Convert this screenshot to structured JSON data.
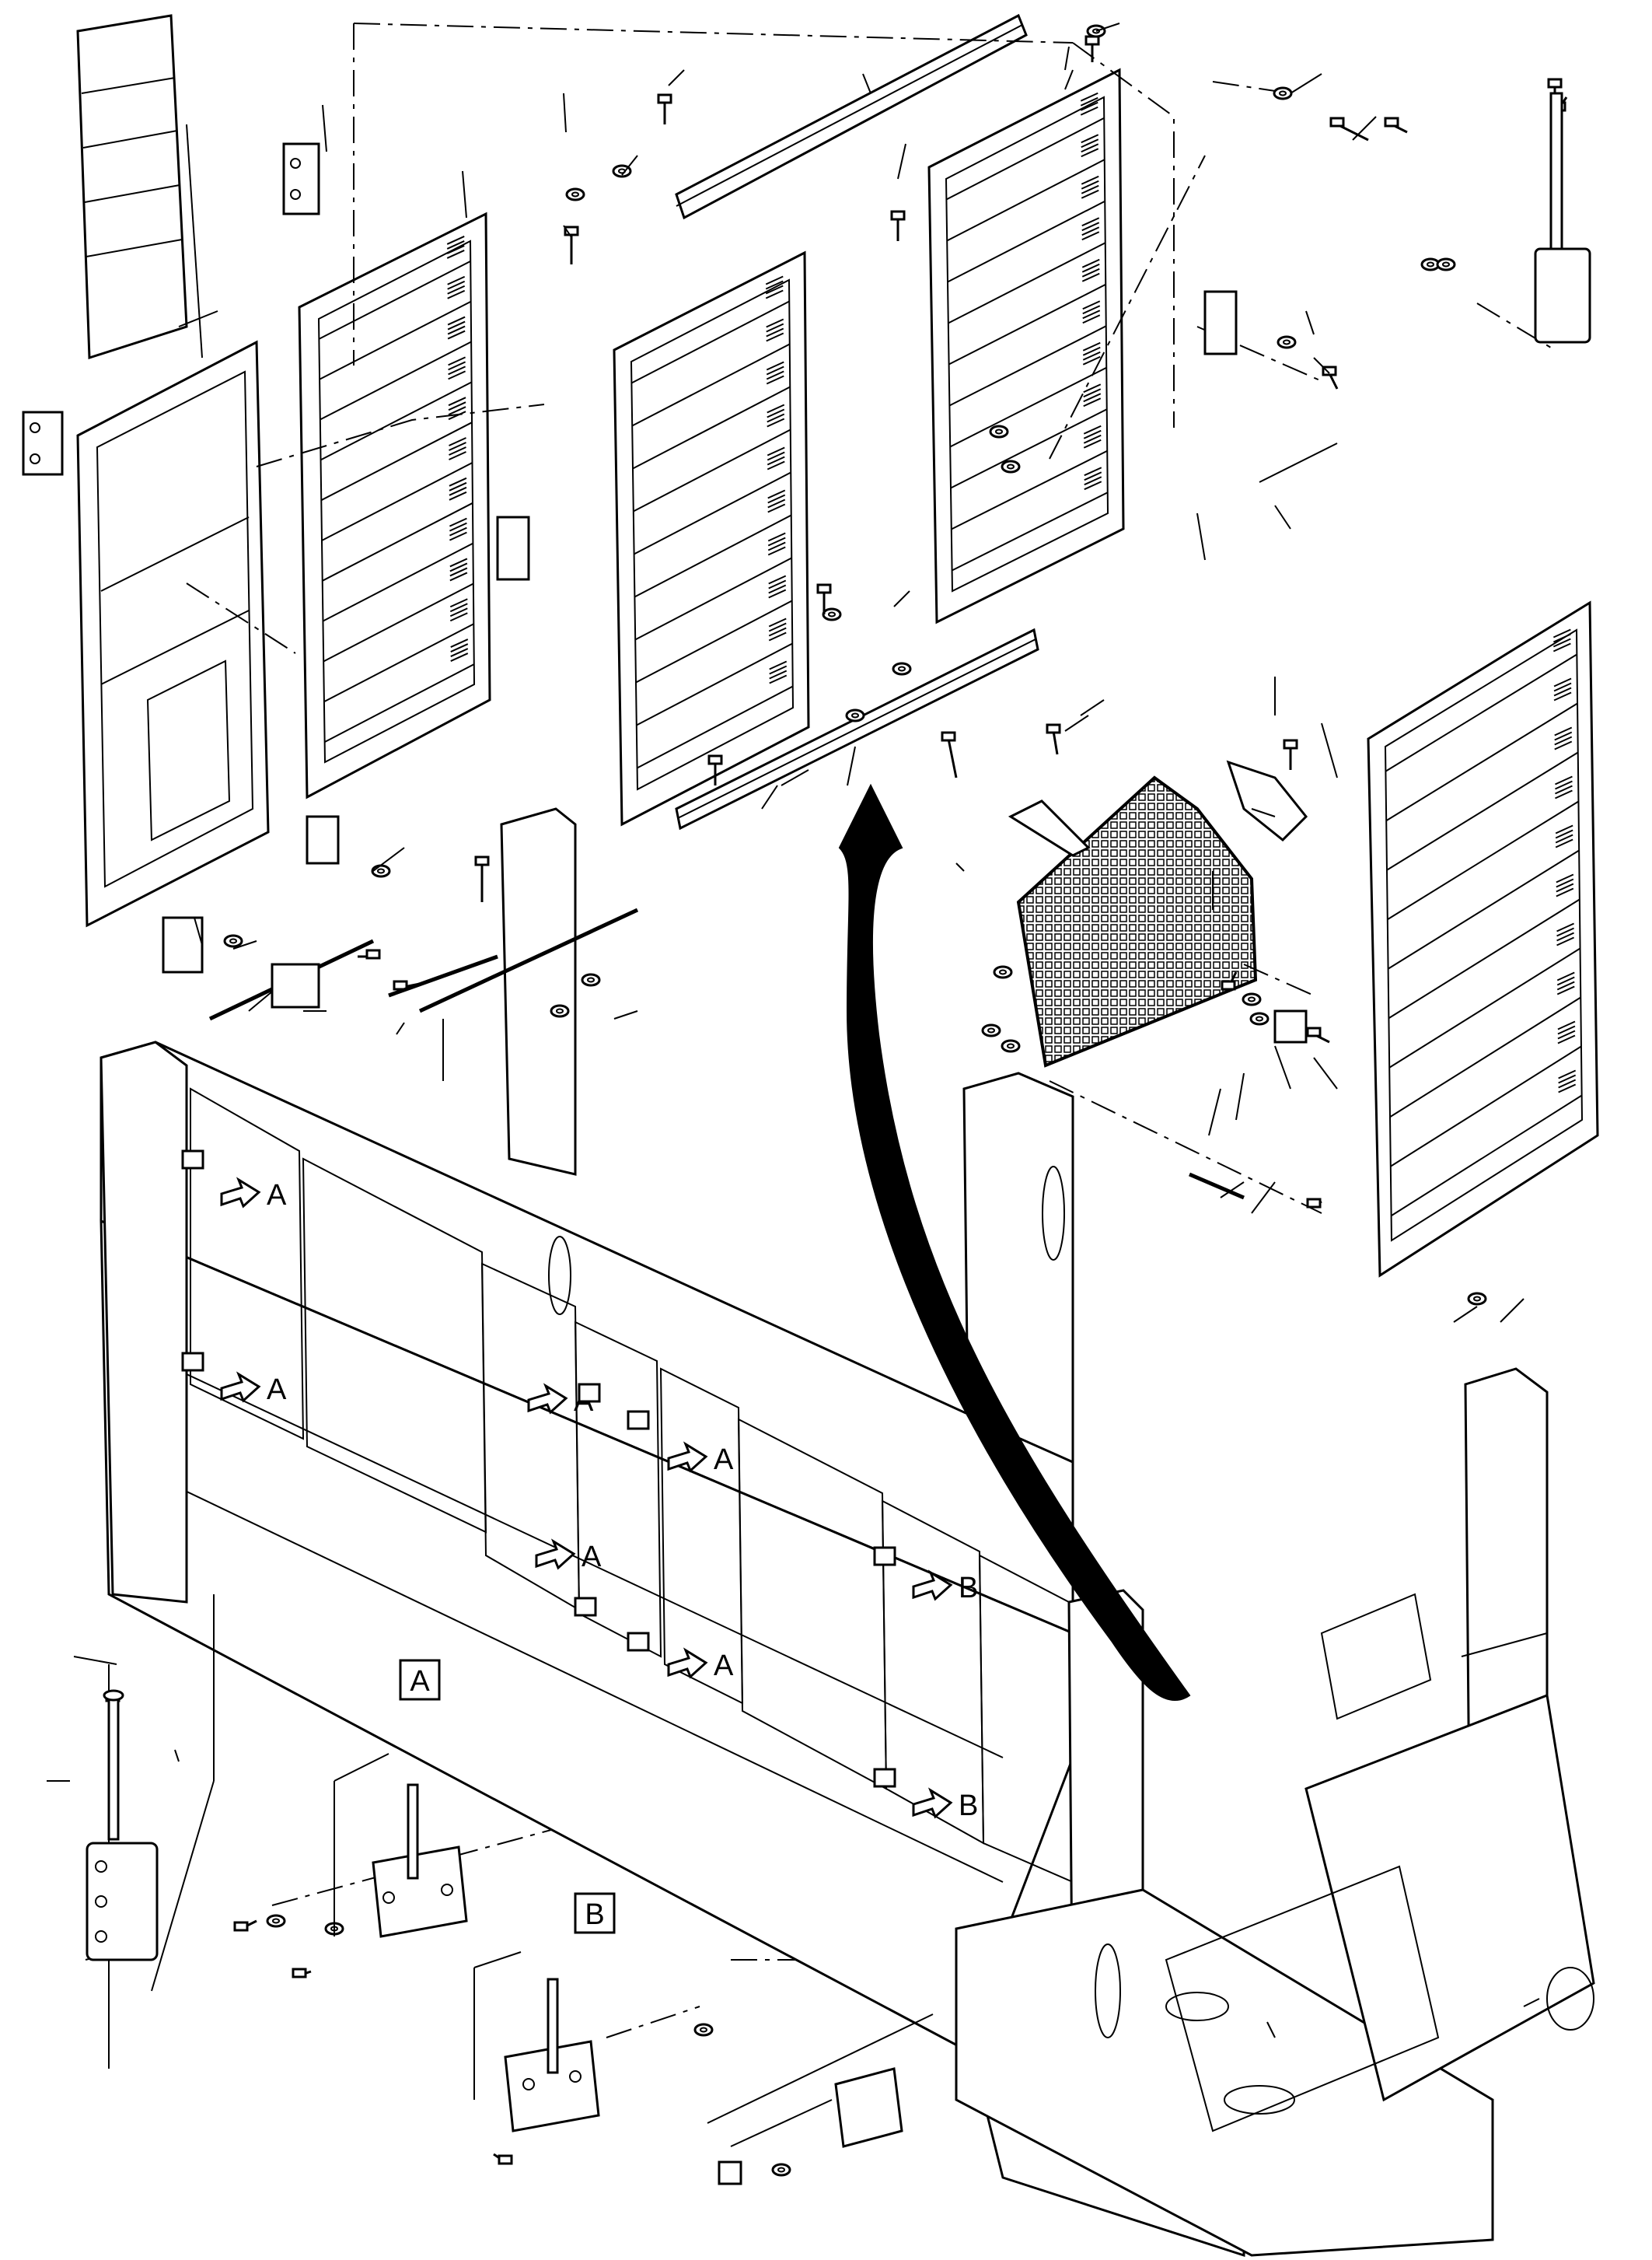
{
  "diagram": {
    "callouts": {
      "view_a_label": "A",
      "view_b_label": "B",
      "arrow_a": "A",
      "arrow_b": "B"
    },
    "colors": {
      "line": "#000000",
      "background": "#ffffff"
    }
  }
}
